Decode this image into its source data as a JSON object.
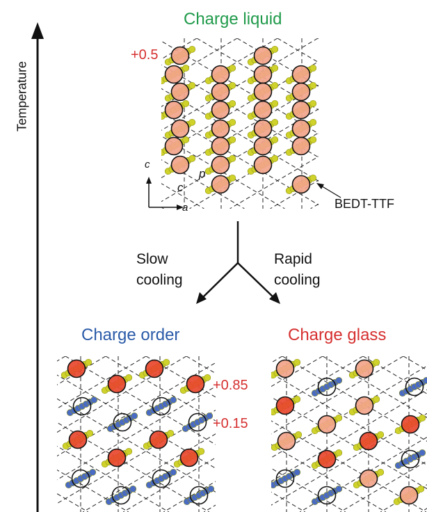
{
  "axis": {
    "label": "Temperature"
  },
  "liquid": {
    "title": "Charge liquid",
    "charge_label": "+0.5",
    "molecule_label": "BEDT-TTF",
    "lattice_labels": {
      "c_arrow": "c",
      "a_arrow": "a",
      "c_site": "c",
      "p_site": "p"
    }
  },
  "process": {
    "slow": {
      "line1": "Slow",
      "line2": "cooling"
    },
    "rapid": {
      "line1": "Rapid",
      "line2": "cooling"
    }
  },
  "order": {
    "title": "Charge order",
    "rich_label": "+0.85",
    "poor_label": "+0.15"
  },
  "glass": {
    "title": "Charge glass"
  },
  "colors": {
    "liquid_title": "#1f9a4a",
    "order_title": "#2a5aa8",
    "glass_title": "#d62f2f",
    "charge_half": "#f2a48a",
    "charge_rich": "#e8472e",
    "charge_poor": "#ffffff",
    "molecule_yellow": "#cfd22a",
    "molecule_blue": "#4a6bc4"
  }
}
